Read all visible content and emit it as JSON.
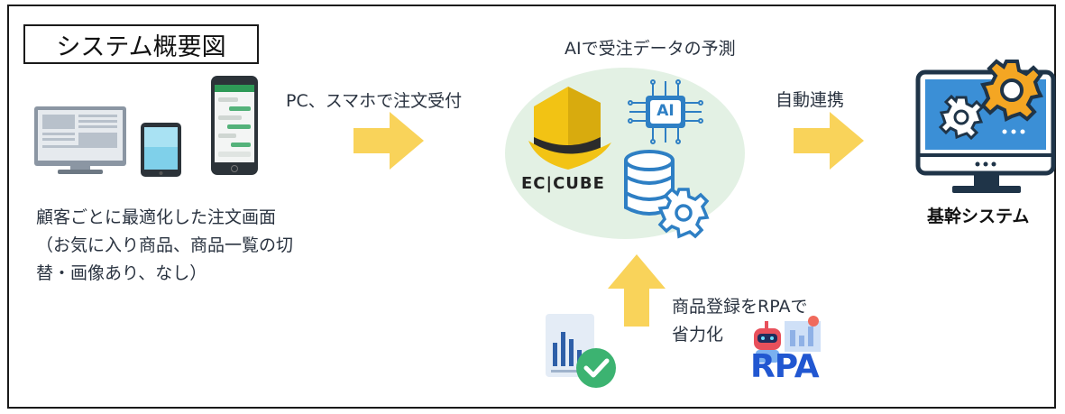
{
  "title": "システム概要図",
  "labels": {
    "ordering": "PC、スマホで注文受付",
    "ai_predict": "AIで受注データの予測",
    "auto_link": "自動連携",
    "rpa_line1": "商品登録をRPAで",
    "rpa_line2": "省力化",
    "core_system": "基幹システム"
  },
  "description": {
    "line1": "顧客ごとに最適化した注文画面",
    "line2": "（お気に入り商品、商品一覧の切",
    "line3": "替・画像あり、なし）"
  },
  "logos": {
    "eccube": "EC|CUBE",
    "ai_chip": "AI",
    "rpa": "RPA"
  },
  "colors": {
    "arrow": "#f9d35a",
    "cube_yellow": "#f2c314",
    "cube_dark": "#2b2b2b",
    "blob": "#e3f1e4",
    "icon_blue": "#2e7fc4",
    "monitor_screen": "#3b8fd6",
    "gear_orange": "#f4a623",
    "check_green": "#3cb371",
    "rpa_blue": "#2157d1"
  }
}
